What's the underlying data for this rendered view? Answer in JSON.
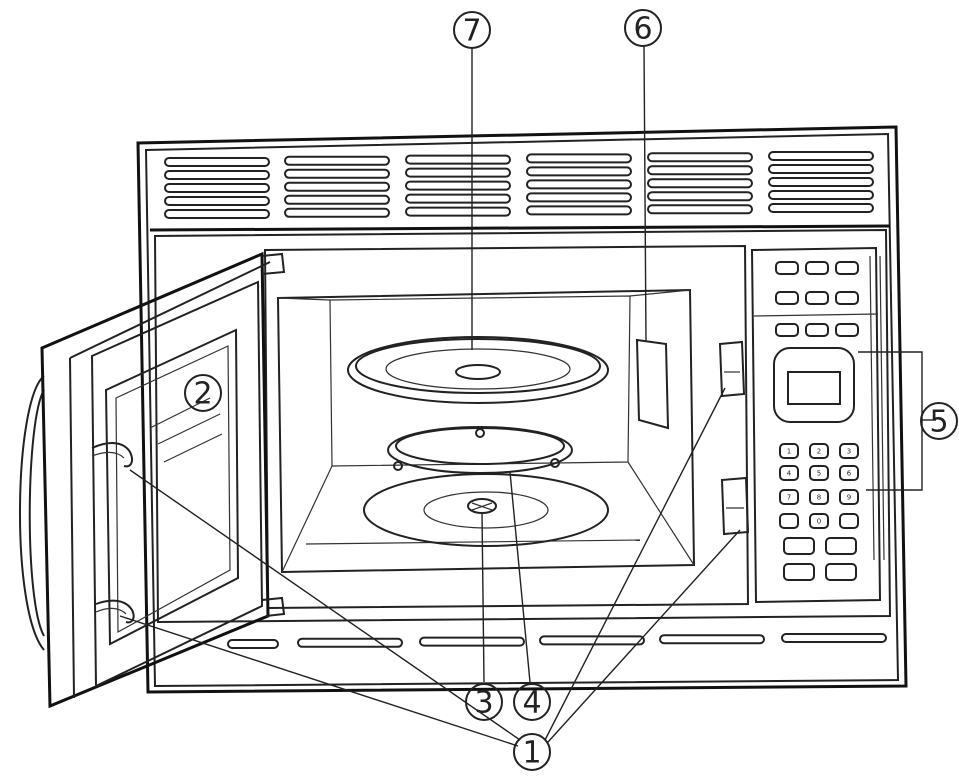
{
  "callouts": [
    {
      "id": "1",
      "label": "1"
    },
    {
      "id": "2",
      "label": "2"
    },
    {
      "id": "3",
      "label": "3"
    },
    {
      "id": "4",
      "label": "4"
    },
    {
      "id": "5",
      "label": "5"
    },
    {
      "id": "6",
      "label": "6"
    },
    {
      "id": "7",
      "label": "7"
    }
  ],
  "keypad": {
    "digits": [
      "1",
      "2",
      "3",
      "4",
      "5",
      "6",
      "7",
      "8",
      "9",
      "0"
    ]
  }
}
